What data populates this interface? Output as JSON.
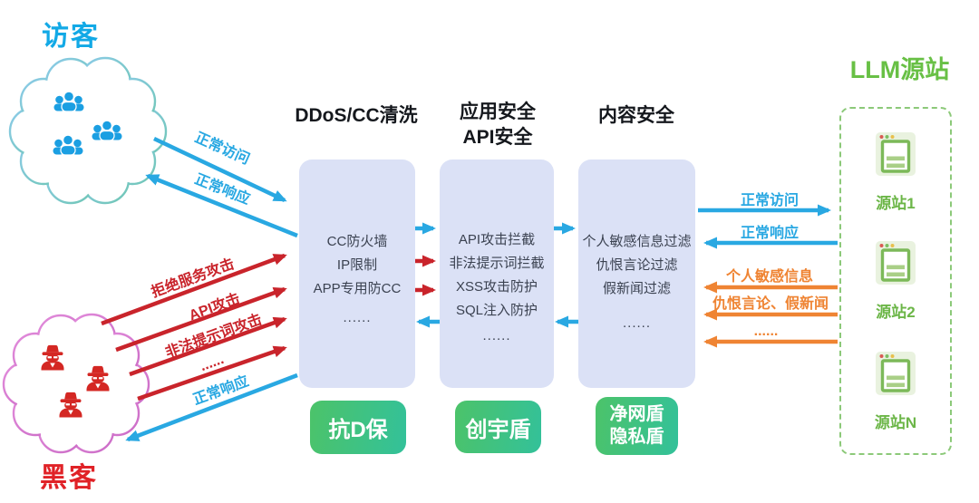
{
  "actors": {
    "visitors": {
      "label": "访客"
    },
    "hackers": {
      "label": "黑客"
    }
  },
  "stages": [
    {
      "title_lines": [
        "DDoS/CC清洗"
      ],
      "items": [
        "CC防火墙",
        "IP限制",
        "APP专用防CC",
        "......"
      ],
      "badge_lines": [
        "抗D保"
      ]
    },
    {
      "title_lines": [
        "应用安全",
        "API安全"
      ],
      "items": [
        "API攻击拦截",
        "非法提示词拦截",
        "XSS攻击防护",
        "SQL注入防护",
        "......"
      ],
      "badge_lines": [
        "创宇盾"
      ]
    },
    {
      "title_lines": [
        "内容安全"
      ],
      "items": [
        "个人敏感信息过滤",
        "仇恨言论过滤",
        "假新闻过滤",
        "......"
      ],
      "badge_lines": [
        "净网盾",
        "隐私盾"
      ]
    }
  ],
  "origin": {
    "title": "LLM源站",
    "servers": [
      "源站1",
      "源站2",
      "源站N"
    ]
  },
  "flows": {
    "visitor_request": "正常访问",
    "visitor_response": "正常响应",
    "attacks": [
      "拒绝服务攻击",
      "API攻击",
      "非法提示词攻击",
      "......"
    ],
    "hacker_response": "正常响应",
    "origin_request": "正常访问",
    "origin_response": "正常响应",
    "outbound_filtered": [
      "个人敏感信息",
      "仇恨言论、假新闻",
      "......"
    ]
  },
  "colors": {
    "normal_flow_blue": "#29a8e2",
    "attack_red": "#c9242b",
    "filtered_orange": "#ef8433",
    "origin_green": "#68c045",
    "stage_box_fill": "#dbe1f6",
    "badge_gradient_start": "#4cc369",
    "badge_gradient_end": "#33c19a",
    "visitor_cloud_stroke": "#7cc7e0",
    "hacker_cloud_stroke": "#d978d2"
  }
}
